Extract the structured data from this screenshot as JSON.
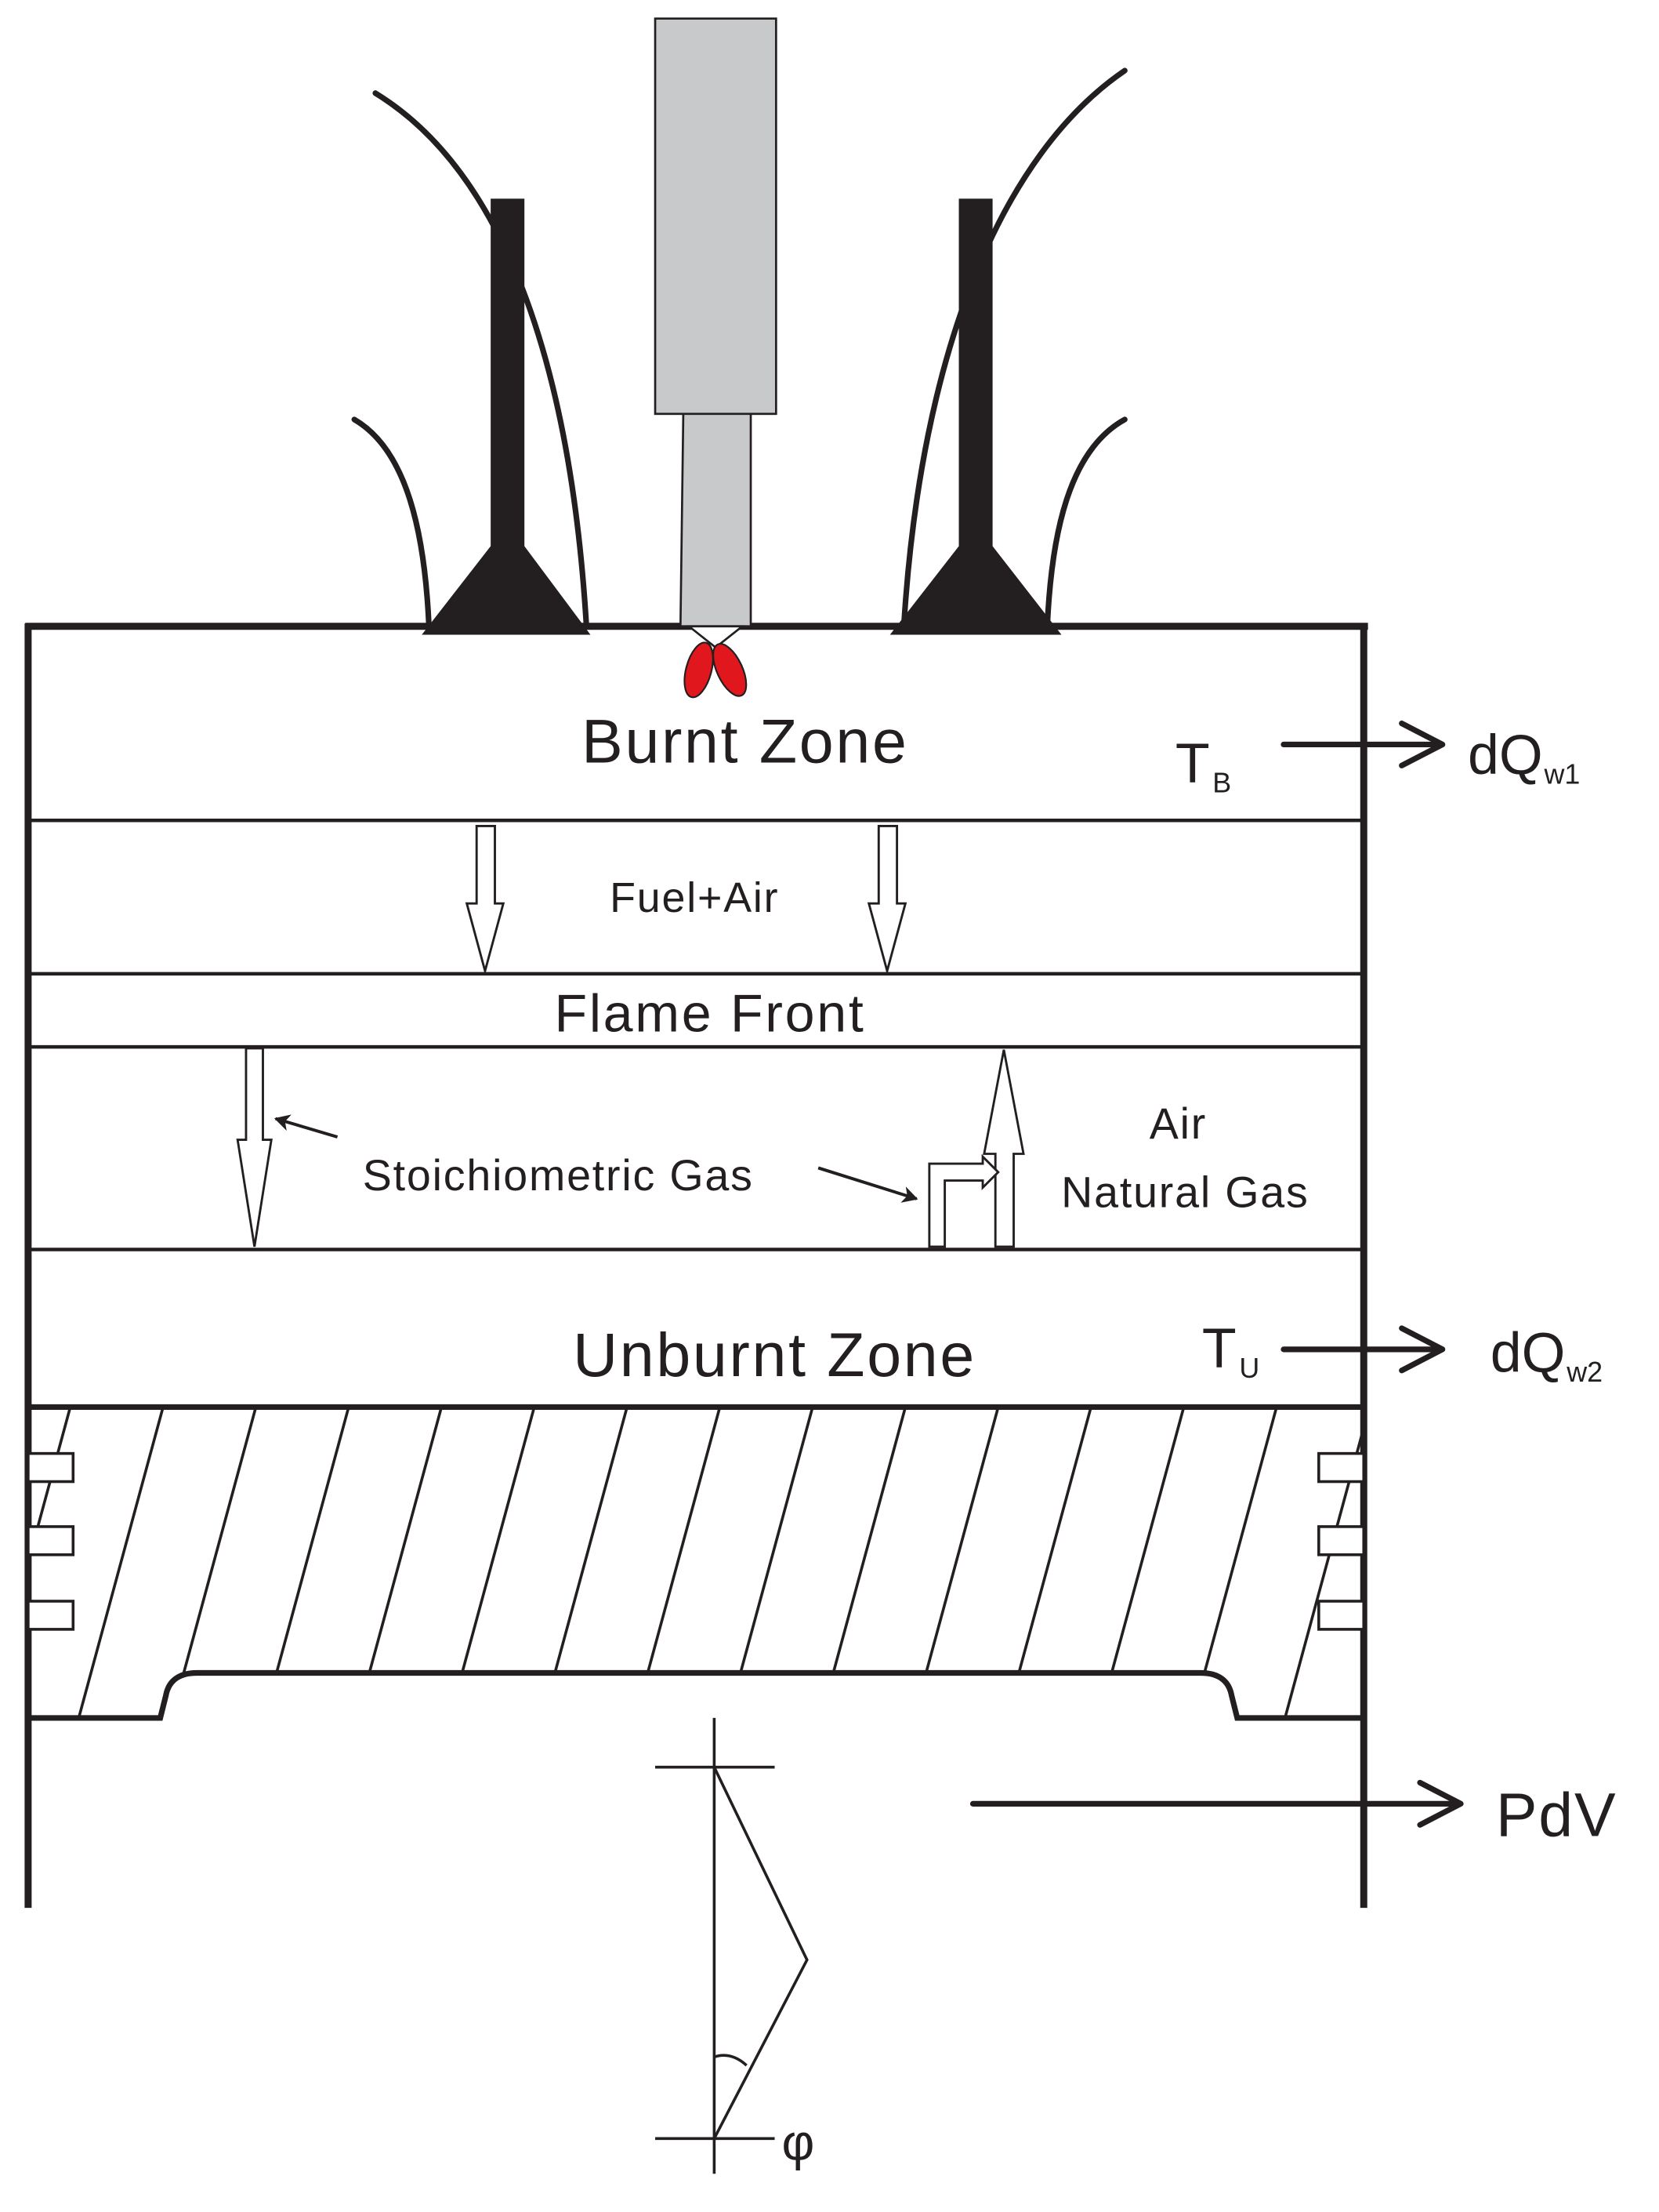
{
  "labels": {
    "burnt_zone": "Burnt Zone",
    "fuel_air": "Fuel+Air",
    "flame_front": "Flame Front",
    "stoichiometric_gas": "Stoichiometric Gas",
    "air": "Air",
    "natural_gas": "Natural Gas",
    "unburnt_zone": "Unburnt Zone",
    "t_b_main": "T",
    "t_b_sub": "B",
    "t_u_main": "T",
    "t_u_sub": "U",
    "dq_w1_main": "dQ",
    "dq_w1_sub": "w1",
    "dq_w2_main": "dQ",
    "dq_w2_sub": "w2",
    "pdv": "PdV",
    "phi": "φ"
  },
  "colors": {
    "ink": "#231f20",
    "injector_fill": "#c8c9ca",
    "spray": "#e0171d"
  }
}
